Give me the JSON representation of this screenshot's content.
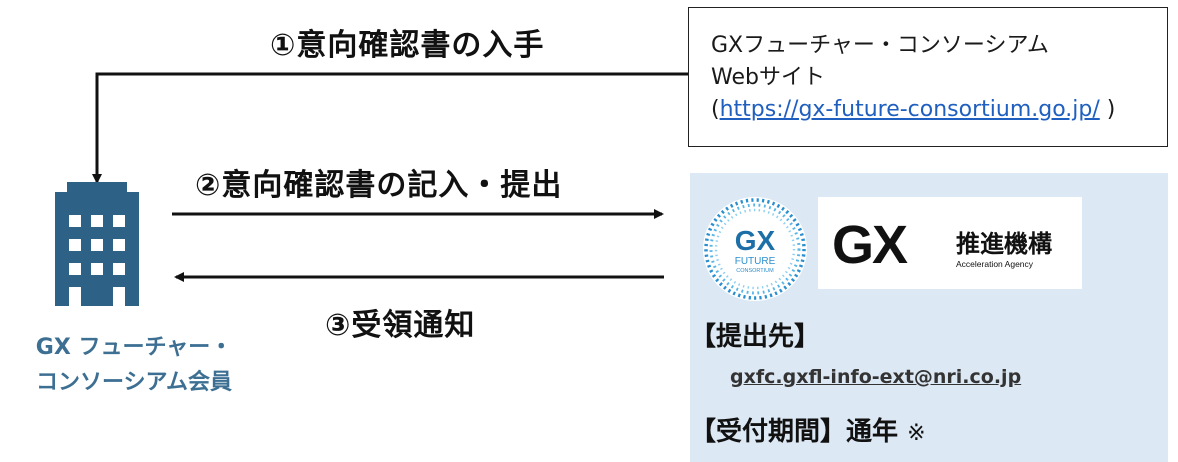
{
  "steps": {
    "step1": "①意向確認書の入手",
    "step2": "②意向確認書の記入・提出",
    "step3": "③受領通知"
  },
  "website": {
    "name": "GXフューチャー・コンソーシアム",
    "sub": "Webサイト",
    "open_paren": "(",
    "url": "https://gx-future-consortium.go.jp/",
    "close_paren": " )"
  },
  "member": {
    "line1": "GX フューチャー・",
    "line2": "コンソーシアム会員",
    "icon": "office-building-icon"
  },
  "destination": {
    "heading_submit": "【提出先】",
    "email": "gxfc.gxfl-info-ext@nri.co.jp",
    "heading_period": "【受付期間】通年",
    "note_mark": "※"
  },
  "logos": {
    "consortium_line1": "GX",
    "consortium_line2": "FUTURE",
    "consortium_line3": "CONSORTIUM",
    "agency_mark": "GX",
    "agency_name": "推進機構",
    "agency_en": "Acceleration Agency"
  },
  "colors": {
    "building": "#2e6186",
    "member_text": "#3d6f93",
    "dest_bg": "#dde8f5",
    "link": "#1f5fbf"
  }
}
